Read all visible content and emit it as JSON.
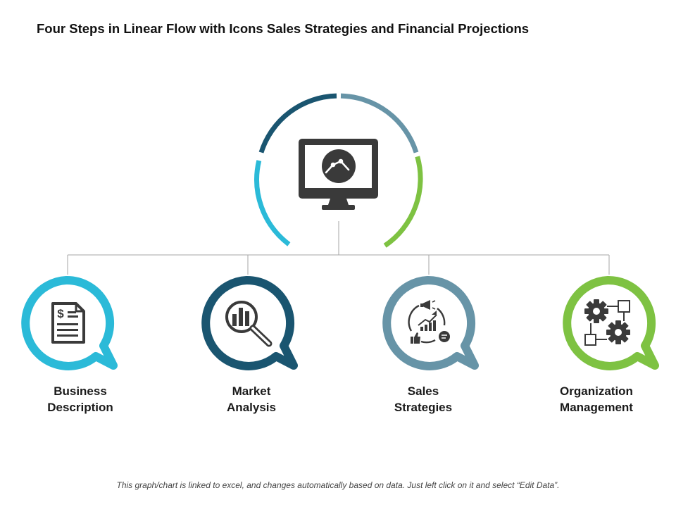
{
  "title": "Four Steps in Linear Flow with Icons Sales Strategies and Financial Projections",
  "center": {
    "icon": "monitor-chart-icon"
  },
  "steps": [
    {
      "line1": "Business",
      "line2": "Description",
      "icon": "invoice-document-icon",
      "color": "#2bbad8"
    },
    {
      "line1": "Market",
      "line2": "Analysis",
      "icon": "magnifier-bar-chart-icon",
      "color": "#1a5570"
    },
    {
      "line1": "Sales",
      "line2": "Strategies",
      "icon": "sales-growth-cycle-icon",
      "color": "#6794a7"
    },
    {
      "line1": "Organization",
      "line2": "Management",
      "icon": "gears-flowchart-icon",
      "color": "#7ec242"
    }
  ],
  "arc_colors": {
    "blue_dark": "#1a5570",
    "steel": "#6794a7",
    "green": "#7ec242",
    "cyan": "#2bbad8"
  },
  "connector_color": "#a6a6a6",
  "icon_color": "#3a3a3a",
  "footnote": "This graph/chart is linked to excel, and changes automatically based on data. Just left click on it and select “Edit Data”."
}
